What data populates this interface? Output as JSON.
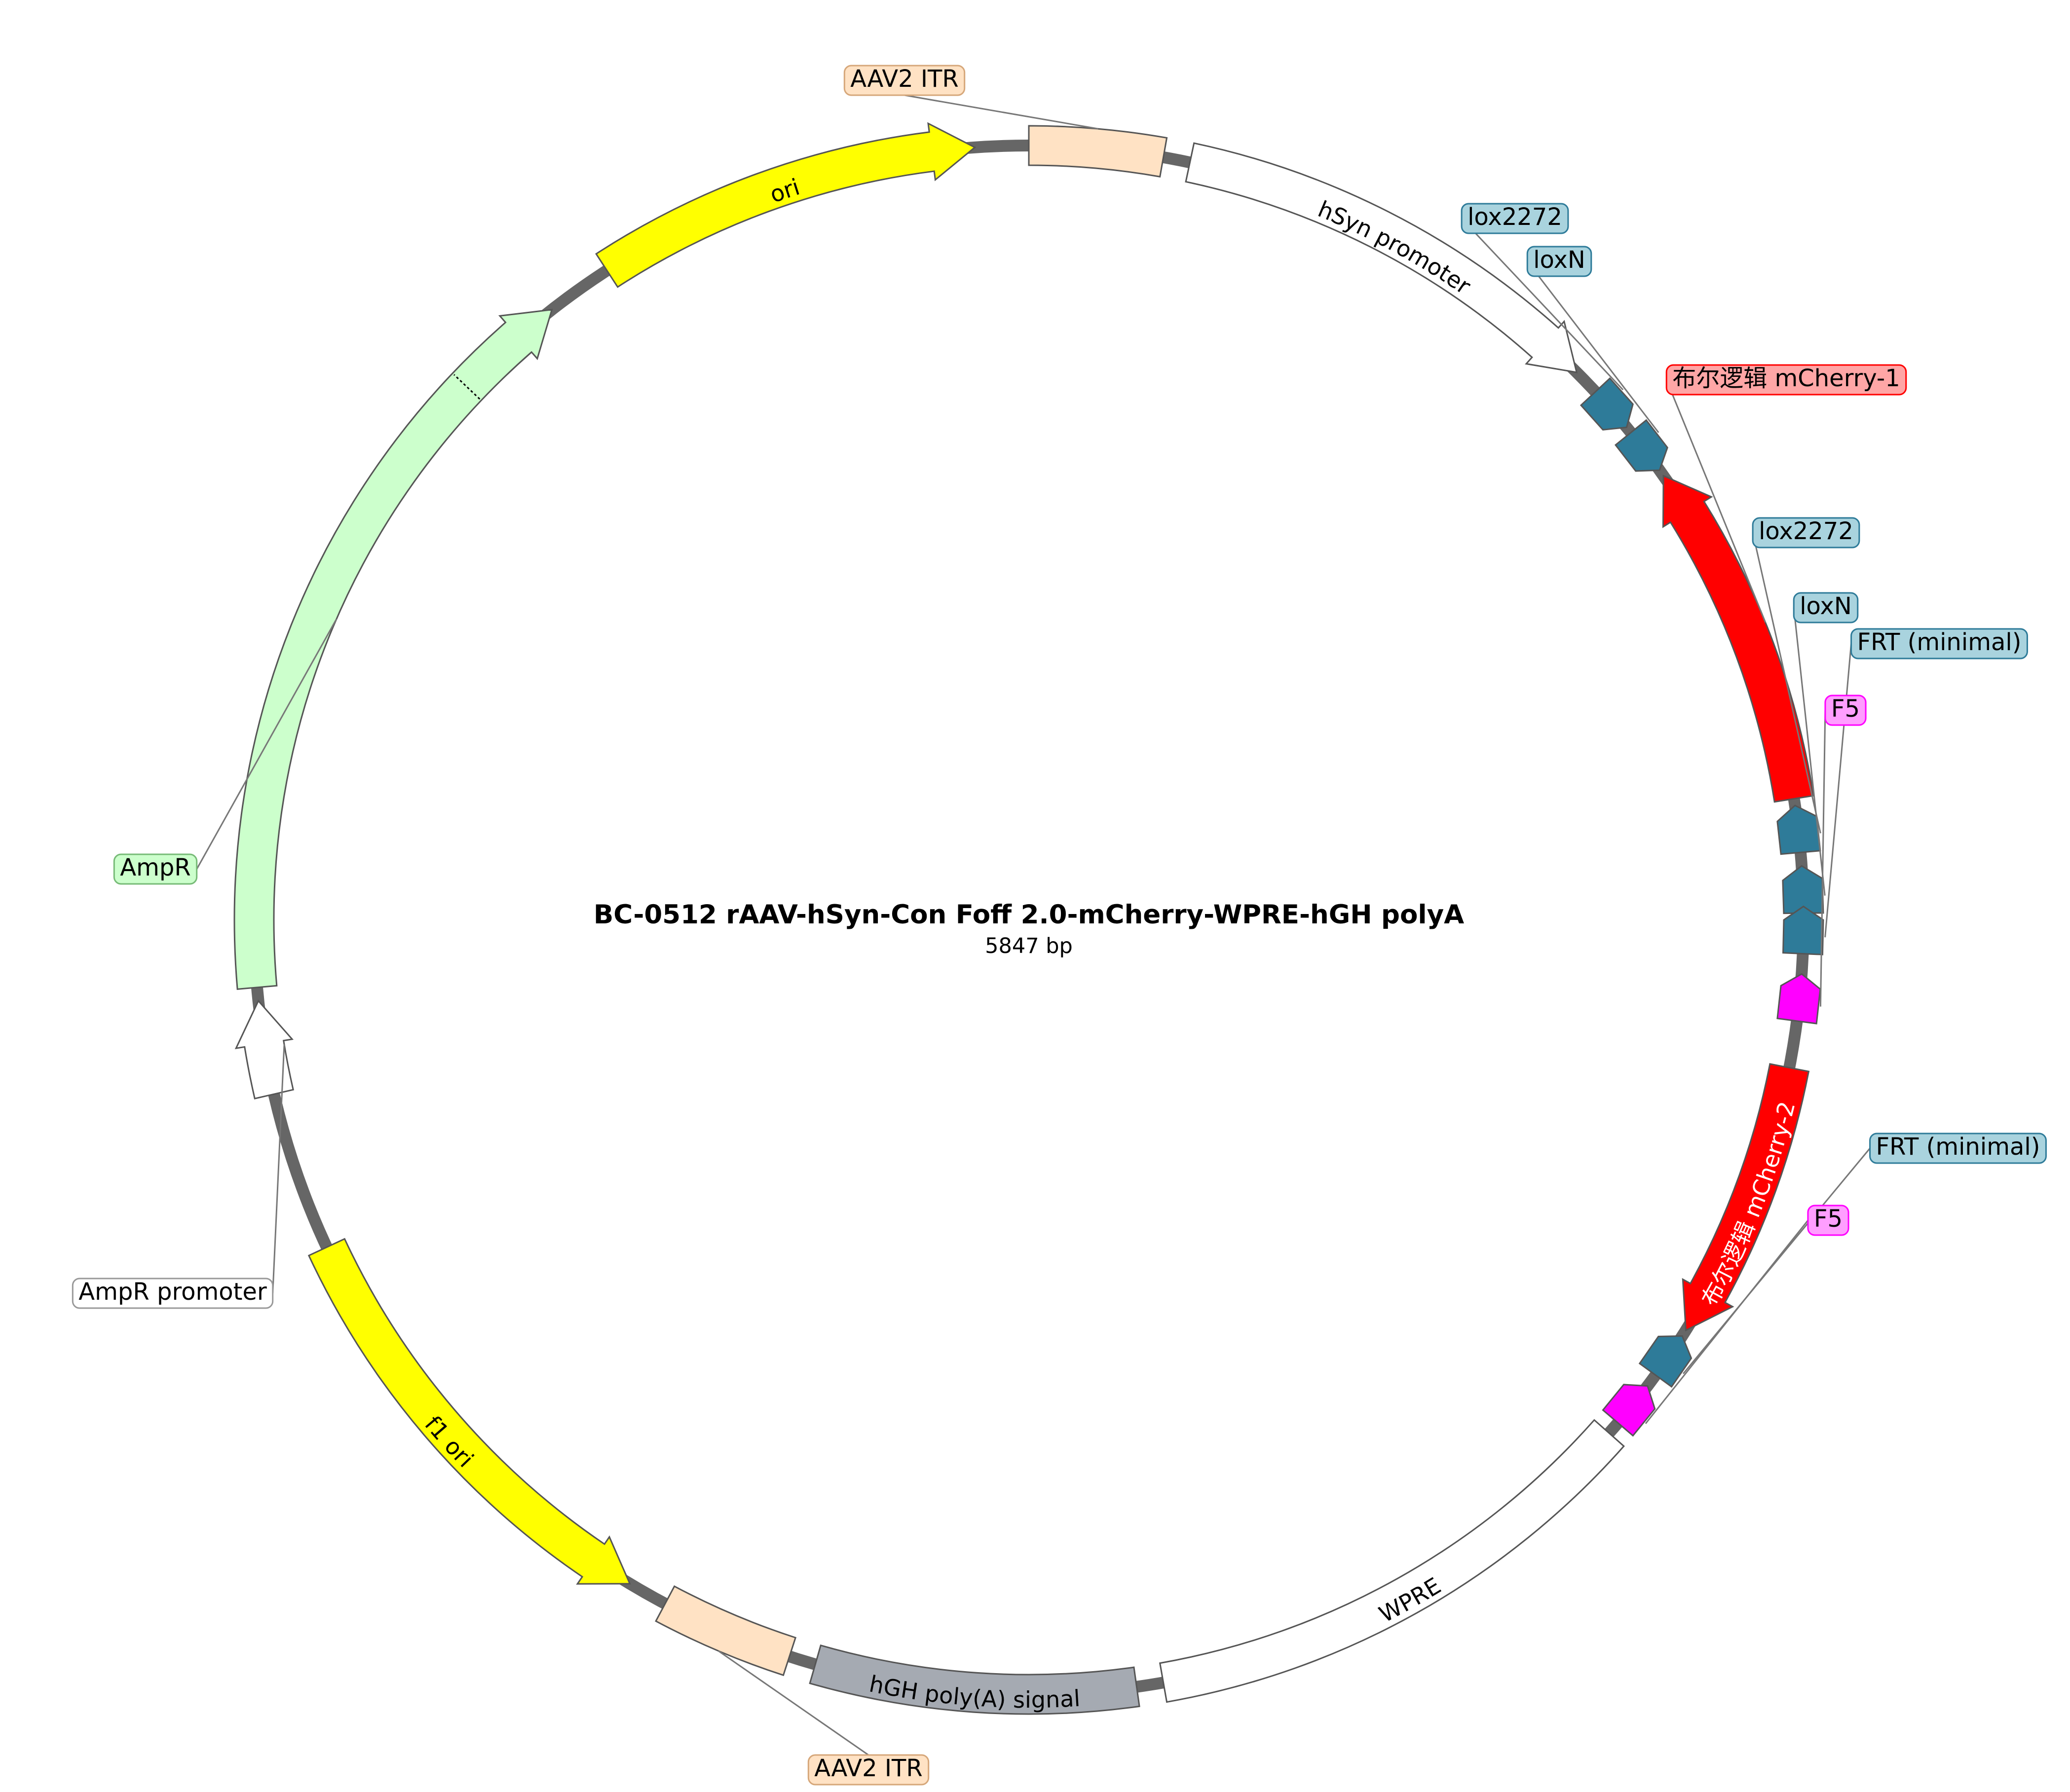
{
  "title": "BC-0512  rAAV-hSyn-Con Foff 2.0-mCherry-WPRE-hGH polyA",
  "length_label": "5847 bp",
  "colors": {
    "backbone": "#666666",
    "itr": "#FFE2C4",
    "promoter": "#FFFFFF",
    "lox": "#2E7B99",
    "lox_label": "#A9D3DE",
    "cds": "#FF0000",
    "cds_label": "#FFA6A6",
    "frt5": "#FF00FF",
    "f5_label": "#FF9EFF",
    "polya": "#A5AAB2",
    "ori": "#FFFF00",
    "ampr": "#CCFFCC"
  },
  "features": [
    {
      "name": "AAV2 ITR",
      "type": "itr",
      "start": 0,
      "end": 10,
      "direction": "none",
      "color": "#FFE2C4",
      "label_inside": false
    },
    {
      "name": "hSyn promoter",
      "type": "promoter",
      "start": 12,
      "end": 45,
      "direction": "forward",
      "color": "#FFFFFF",
      "label_inside": true
    },
    {
      "name": "lox2272",
      "type": "site",
      "start": 47,
      "end": 49.5,
      "direction": "forward",
      "color": "#2E7B99",
      "label_inside": false
    },
    {
      "name": "loxN",
      "type": "site",
      "start": 51,
      "end": 53.5,
      "direction": "forward",
      "color": "#2E7B99",
      "label_inside": false
    },
    {
      "name": "布尔逻辑 mCherry-1",
      "type": "cds",
      "start": 55,
      "end": 81,
      "direction": "reverse",
      "color": "#FF0000",
      "label_inside": false
    },
    {
      "name": "lox2272",
      "type": "site",
      "start": 82.5,
      "end": 85,
      "direction": "reverse",
      "color": "#2E7B99",
      "label_inside": false
    },
    {
      "name": "loxN",
      "type": "site",
      "start": 87,
      "end": 89.5,
      "direction": "reverse",
      "color": "#2E7B99",
      "label_inside": false
    },
    {
      "name": "FRT (minimal)",
      "type": "site",
      "start": 90,
      "end": 92.5,
      "direction": "reverse",
      "color": "#2E7B99",
      "label_inside": false
    },
    {
      "name": "F5",
      "type": "site",
      "start": 95,
      "end": 97.5,
      "direction": "reverse",
      "color": "#FF00FF",
      "label_inside": false
    },
    {
      "name": "布尔逻辑 mCherry-2",
      "type": "cds",
      "start": 101,
      "end": 122,
      "direction": "forward",
      "color": "#FF0000",
      "label_inside": true
    },
    {
      "name": "FRT (minimal)",
      "type": "site",
      "start": 123.5,
      "end": 126,
      "direction": "reverse",
      "color": "#2E7B99",
      "label_inside": false
    },
    {
      "name": "F5",
      "type": "site",
      "start": 128,
      "end": 130.5,
      "direction": "reverse",
      "color": "#FF00FF",
      "label_inside": false
    },
    {
      "name": "WPRE",
      "type": "misc",
      "start": 131.5,
      "end": 170,
      "direction": "none",
      "color": "#FFFFFF",
      "label_inside": true
    },
    {
      "name": "hGH poly(A) signal",
      "type": "polya",
      "start": 172,
      "end": 196,
      "direction": "none",
      "color": "#A5AAB2",
      "label_inside": true
    },
    {
      "name": "AAV2 ITR",
      "type": "itr",
      "start": 198,
      "end": 208,
      "direction": "none",
      "color": "#FFE2C4",
      "label_inside": false
    },
    {
      "name": "f1 ori",
      "type": "ori",
      "start": 211,
      "end": 245,
      "direction": "reverse",
      "color": "#FFFF00",
      "label_inside": true
    },
    {
      "name": "AmpR promoter",
      "type": "promoter",
      "start": 257,
      "end": 264,
      "direction": "forward",
      "color": "#FFFFFF",
      "label_inside": false
    },
    {
      "name": "AmpR",
      "type": "cds",
      "start": 265,
      "end": 322,
      "direction": "forward",
      "color": "#CCFFCC",
      "label_inside": false
    },
    {
      "name": "ori",
      "type": "ori",
      "start": 327,
      "end": 356,
      "direction": "forward",
      "color": "#FFFF00",
      "label_inside": true
    }
  ],
  "external_labels": [
    {
      "text": "AAV2 ITR",
      "feature_index": 0,
      "label_pos": "top",
      "bg": "#FFE2C4",
      "border": "#D6A77A"
    },
    {
      "text": "lox2272",
      "feature_index": 2,
      "label_pos": "right",
      "bg": "#A9D3DE",
      "border": "#2E7B99"
    },
    {
      "text": "loxN",
      "feature_index": 3,
      "label_pos": "right",
      "bg": "#A9D3DE",
      "border": "#2E7B99"
    },
    {
      "text": "布尔逻辑 mCherry-1",
      "feature_index": 4,
      "label_pos": "right",
      "bg": "#FFA6A6",
      "border": "#FF0000"
    },
    {
      "text": "lox2272",
      "feature_index": 5,
      "label_pos": "right",
      "bg": "#A9D3DE",
      "border": "#2E7B99"
    },
    {
      "text": "loxN",
      "feature_index": 6,
      "label_pos": "right",
      "bg": "#A9D3DE",
      "border": "#2E7B99"
    },
    {
      "text": "FRT (minimal)",
      "feature_index": 7,
      "label_pos": "right",
      "bg": "#A9D3DE",
      "border": "#2E7B99"
    },
    {
      "text": "F5",
      "feature_index": 8,
      "label_pos": "right",
      "bg": "#FF9EFF",
      "border": "#FF00FF"
    },
    {
      "text": "FRT (minimal)",
      "feature_index": 10,
      "label_pos": "right",
      "bg": "#A9D3DE",
      "border": "#2E7B99"
    },
    {
      "text": "F5",
      "feature_index": 11,
      "label_pos": "right",
      "bg": "#FF9EFF",
      "border": "#FF00FF"
    },
    {
      "text": "AAV2 ITR",
      "feature_index": 14,
      "label_pos": "bottom",
      "bg": "#FFE2C4",
      "border": "#D6A77A"
    },
    {
      "text": "AmpR promoter",
      "feature_index": 16,
      "label_pos": "left",
      "bg": "#FFFFFF",
      "border": "#999999"
    },
    {
      "text": "AmpR",
      "feature_index": 17,
      "label_pos": "left",
      "bg": "#CCFFCC",
      "border": "#77BB77"
    }
  ]
}
